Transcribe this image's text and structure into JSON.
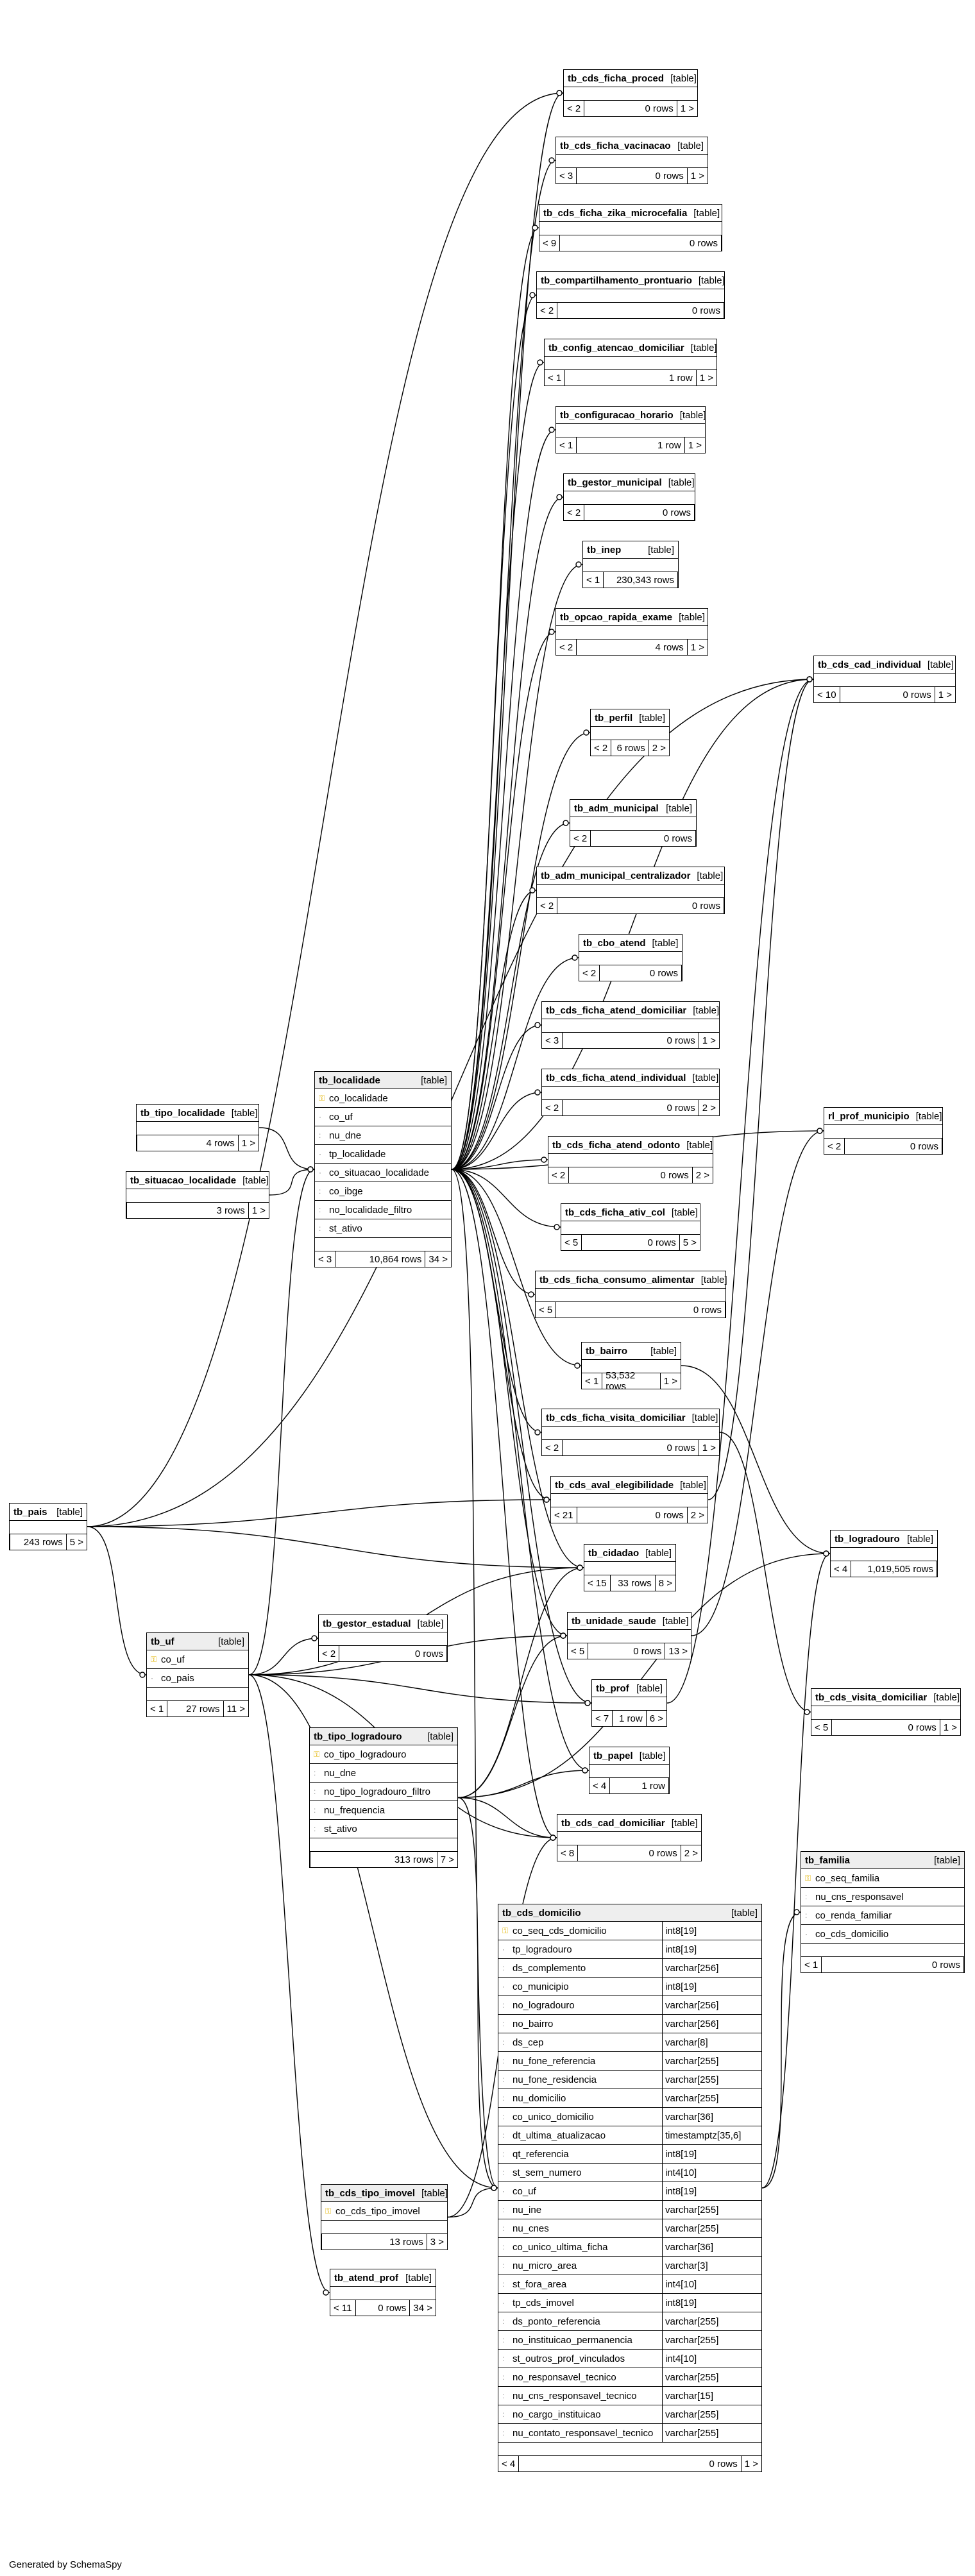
{
  "footer_text": "Generated by SchemaSpy",
  "tables": [
    {
      "name": "tb_cds_ficha_proced",
      "kind": "[table]",
      "parents": "< 2",
      "rows": "0 rows",
      "children": "1 >"
    },
    {
      "name": "tb_cds_ficha_vacinacao",
      "kind": "[table]",
      "parents": "< 3",
      "rows": "0 rows",
      "children": "1 >"
    },
    {
      "name": "tb_cds_ficha_zika_microcefalia",
      "kind": "[table]",
      "parents": "< 9",
      "rows": "0 rows",
      "children": ""
    },
    {
      "name": "tb_compartilhamento_prontuario",
      "kind": "[table]",
      "parents": "< 2",
      "rows": "0 rows",
      "children": ""
    },
    {
      "name": "tb_config_atencao_domiciliar",
      "kind": "[table]",
      "parents": "< 1",
      "rows": "1 row",
      "children": "1 >"
    },
    {
      "name": "tb_configuracao_horario",
      "kind": "[table]",
      "parents": "< 1",
      "rows": "1 row",
      "children": "1 >"
    },
    {
      "name": "tb_gestor_municipal",
      "kind": "[table]",
      "parents": "< 2",
      "rows": "0 rows",
      "children": ""
    },
    {
      "name": "tb_inep",
      "kind": "[table]",
      "parents": "< 1",
      "rows": "230,343 rows",
      "children": ""
    },
    {
      "name": "tb_opcao_rapida_exame",
      "kind": "[table]",
      "parents": "< 2",
      "rows": "4 rows",
      "children": "1 >"
    },
    {
      "name": "tb_cds_cad_individual",
      "kind": "[table]",
      "parents": "< 10",
      "rows": "0 rows",
      "children": "1 >"
    },
    {
      "name": "tb_perfil",
      "kind": "[table]",
      "parents": "< 2",
      "rows": "6 rows",
      "children": "2 >"
    },
    {
      "name": "tb_adm_municipal",
      "kind": "[table]",
      "parents": "< 2",
      "rows": "0 rows",
      "children": ""
    },
    {
      "name": "tb_adm_municipal_centralizador",
      "kind": "[table]",
      "parents": "< 2",
      "rows": "0 rows",
      "children": ""
    },
    {
      "name": "tb_cbo_atend",
      "kind": "[table]",
      "parents": "< 2",
      "rows": "0 rows",
      "children": ""
    },
    {
      "name": "tb_cds_ficha_atend_domiciliar",
      "kind": "[table]",
      "parents": "< 3",
      "rows": "0 rows",
      "children": "1 >"
    },
    {
      "name": "tb_cds_ficha_atend_individual",
      "kind": "[table]",
      "parents": "< 2",
      "rows": "0 rows",
      "children": "2 >"
    },
    {
      "name": "tb_cds_ficha_atend_odonto",
      "kind": "[table]",
      "parents": "< 2",
      "rows": "0 rows",
      "children": "2 >"
    },
    {
      "name": "tb_cds_ficha_ativ_col",
      "kind": "[table]",
      "parents": "< 5",
      "rows": "0 rows",
      "children": "5 >"
    },
    {
      "name": "tb_cds_ficha_consumo_alimentar",
      "kind": "[table]",
      "parents": "< 5",
      "rows": "0 rows",
      "children": ""
    },
    {
      "name": "rl_prof_municipio",
      "kind": "[table]",
      "parents": "< 2",
      "rows": "0 rows",
      "children": ""
    },
    {
      "name": "tb_tipo_localidade",
      "kind": "[table]",
      "parents": "",
      "rows": "4 rows",
      "children": "1 >"
    },
    {
      "name": "tb_situacao_localidade",
      "kind": "[table]",
      "parents": "",
      "rows": "3 rows",
      "children": "1 >"
    },
    {
      "name": "tb_localidade",
      "kind": "[table]",
      "parents": "< 3",
      "rows": "10,864 rows",
      "children": "34 >",
      "columns": [
        "co_localidade",
        "co_uf",
        "nu_dne",
        "tp_localidade",
        "co_situacao_localidade",
        "co_ibge",
        "no_localidade_filtro",
        "st_ativo"
      ]
    },
    {
      "name": "tb_bairro",
      "kind": "[table]",
      "parents": "< 1",
      "rows": "53,532 rows",
      "children": "1 >"
    },
    {
      "name": "tb_cds_ficha_visita_domiciliar",
      "kind": "[table]",
      "parents": "< 2",
      "rows": "0 rows",
      "children": "1 >"
    },
    {
      "name": "tb_cds_aval_elegibilidade",
      "kind": "[table]",
      "parents": "< 21",
      "rows": "0 rows",
      "children": "2 >"
    },
    {
      "name": "tb_pais",
      "kind": "[table]",
      "parents": "",
      "rows": "243 rows",
      "children": "5 >"
    },
    {
      "name": "tb_cidadao",
      "kind": "[table]",
      "parents": "< 15",
      "rows": "33 rows",
      "children": "8 >"
    },
    {
      "name": "tb_logradouro",
      "kind": "[table]",
      "parents": "< 4",
      "rows": "1,019,505 rows",
      "children": ""
    },
    {
      "name": "tb_gestor_estadual",
      "kind": "[table]",
      "parents": "< 2",
      "rows": "0 rows",
      "children": ""
    },
    {
      "name": "tb_unidade_saude",
      "kind": "[table]",
      "parents": "< 5",
      "rows": "0 rows",
      "children": "13 >"
    },
    {
      "name": "tb_uf",
      "kind": "[table]",
      "parents": "< 1",
      "rows": "27 rows",
      "children": "11 >",
      "columns": [
        "co_uf",
        "co_pais"
      ]
    },
    {
      "name": "tb_prof",
      "kind": "[table]",
      "parents": "< 7",
      "rows": "1 row",
      "children": "6 >"
    },
    {
      "name": "tb_cds_visita_domiciliar",
      "kind": "[table]",
      "parents": "< 5",
      "rows": "0 rows",
      "children": "1 >"
    },
    {
      "name": "tb_tipo_logradouro",
      "kind": "[table]",
      "parents": "",
      "rows": "313 rows",
      "children": "7 >",
      "columns": [
        "co_tipo_logradouro",
        "nu_dne",
        "no_tipo_logradouro_filtro",
        "nu_frequencia",
        "st_ativo"
      ]
    },
    {
      "name": "tb_papel",
      "kind": "[table]",
      "parents": "< 4",
      "rows": "1 row",
      "children": ""
    },
    {
      "name": "tb_cds_cad_domiciliar",
      "kind": "[table]",
      "parents": "< 8",
      "rows": "0 rows",
      "children": "2 >"
    },
    {
      "name": "tb_familia",
      "kind": "[table]",
      "parents": "< 1",
      "rows": "0 rows",
      "children": "",
      "columns": [
        "co_seq_familia",
        "nu_cns_responsavel",
        "co_renda_familiar",
        "co_cds_domicilio"
      ]
    },
    {
      "name": "tb_cds_domicilio",
      "kind": "[table]",
      "parents": "< 4",
      "rows": "0 rows",
      "children": "1 >",
      "columns": [
        {
          "name": "co_seq_cds_domicilio",
          "type": "int8[19]"
        },
        {
          "name": "tp_logradouro",
          "type": "int8[19]"
        },
        {
          "name": "ds_complemento",
          "type": "varchar[256]"
        },
        {
          "name": "co_municipio",
          "type": "int8[19]"
        },
        {
          "name": "no_logradouro",
          "type": "varchar[256]"
        },
        {
          "name": "no_bairro",
          "type": "varchar[256]"
        },
        {
          "name": "ds_cep",
          "type": "varchar[8]"
        },
        {
          "name": "nu_fone_referencia",
          "type": "varchar[255]"
        },
        {
          "name": "nu_fone_residencia",
          "type": "varchar[255]"
        },
        {
          "name": "nu_domicilio",
          "type": "varchar[255]"
        },
        {
          "name": "co_unico_domicilio",
          "type": "varchar[36]"
        },
        {
          "name": "dt_ultima_atualizacao",
          "type": "timestamptz[35,6]"
        },
        {
          "name": "qt_referencia",
          "type": "int8[19]"
        },
        {
          "name": "st_sem_numero",
          "type": "int4[10]"
        },
        {
          "name": "co_uf",
          "type": "int8[19]"
        },
        {
          "name": "nu_ine",
          "type": "varchar[255]"
        },
        {
          "name": "nu_cnes",
          "type": "varchar[255]"
        },
        {
          "name": "co_unico_ultima_ficha",
          "type": "varchar[36]"
        },
        {
          "name": "nu_micro_area",
          "type": "varchar[3]"
        },
        {
          "name": "st_fora_area",
          "type": "int4[10]"
        },
        {
          "name": "tp_cds_imovel",
          "type": "int8[19]"
        },
        {
          "name": "ds_ponto_referencia",
          "type": "varchar[255]"
        },
        {
          "name": "no_instituicao_permanencia",
          "type": "varchar[255]"
        },
        {
          "name": "st_outros_prof_vinculados",
          "type": "int4[10]"
        },
        {
          "name": "no_responsavel_tecnico",
          "type": "varchar[255]"
        },
        {
          "name": "nu_cns_responsavel_tecnico",
          "type": "varchar[15]"
        },
        {
          "name": "no_cargo_instituicao",
          "type": "varchar[255]"
        },
        {
          "name": "nu_contato_responsavel_tecnico",
          "type": "varchar[255]"
        }
      ]
    },
    {
      "name": "tb_cds_tipo_imovel",
      "kind": "[table]",
      "parents": "",
      "rows": "13 rows",
      "children": "3 >",
      "columns": [
        "co_cds_tipo_imovel"
      ]
    },
    {
      "name": "tb_atend_prof",
      "kind": "[table]",
      "parents": "< 11",
      "rows": "0 rows",
      "children": "34 >"
    }
  ]
}
